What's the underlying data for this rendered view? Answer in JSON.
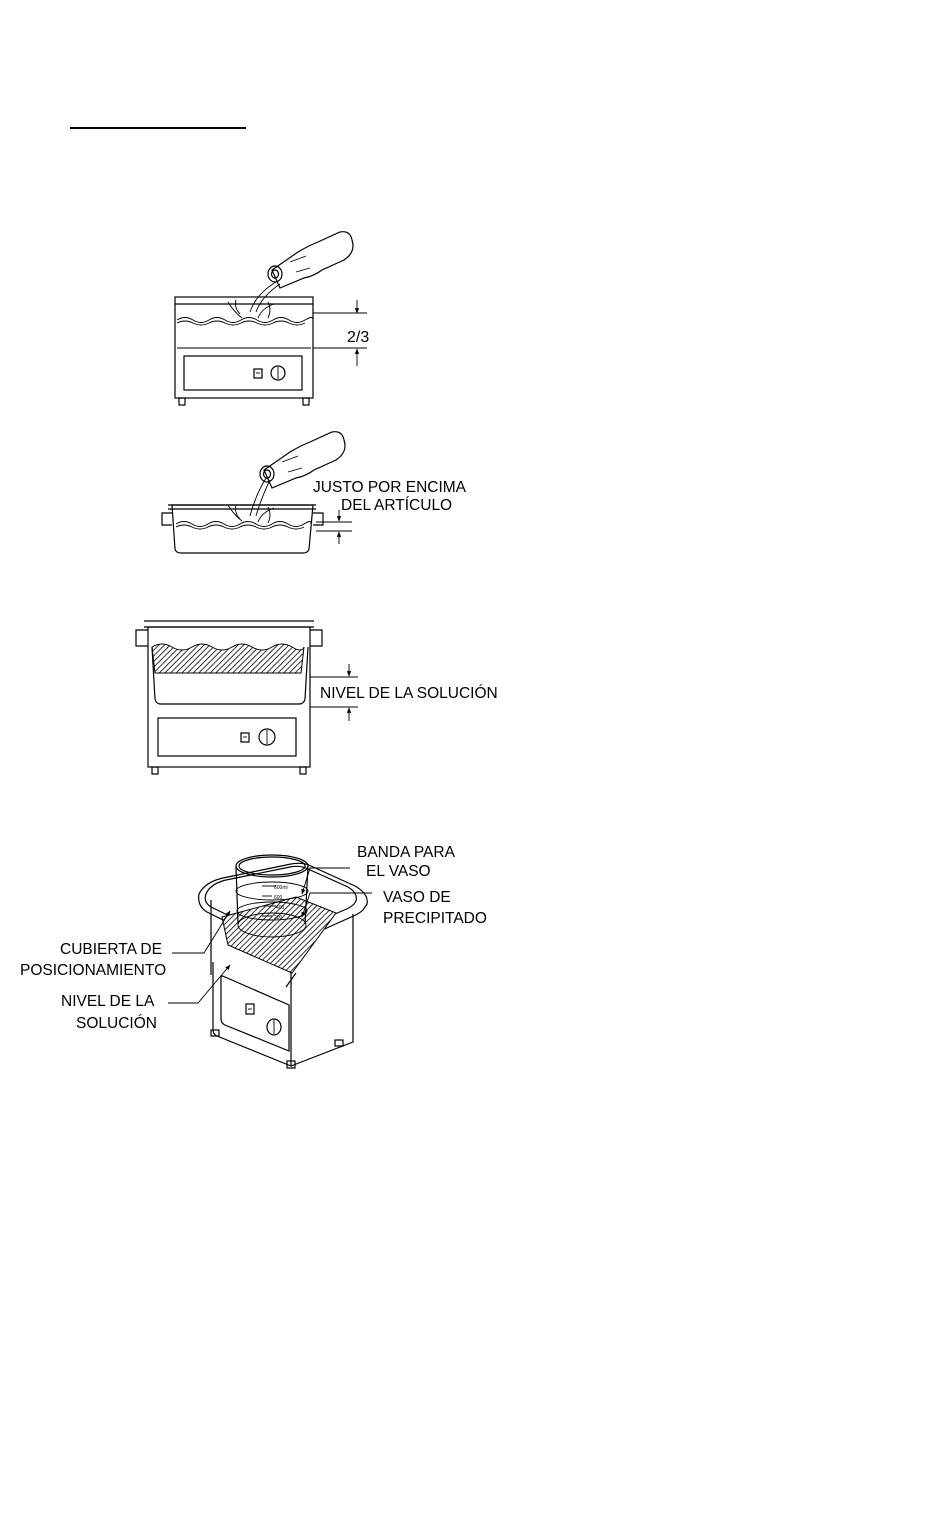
{
  "figure1": {
    "level_label": "2/3"
  },
  "figure2": {
    "label_line1": "JUSTO POR ENCIMA",
    "label_line2": "DEL ARTÍCULO"
  },
  "figure3": {
    "label": "NIVEL DE LA SOLUCIÓN"
  },
  "figure4": {
    "band_line1": "BANDA PARA",
    "band_line2": "EL VASO",
    "beaker_line1": "VASO DE",
    "beaker_line2": "PRECIPITADO",
    "cover_line1": "CUBIERTA DE",
    "cover_line2": "POSICIONAMIENTO",
    "level_line1": "NIVEL DE LA",
    "level_line2": "SOLUCIÓN",
    "beaker_marks": [
      "600ml",
      "600",
      "400",
      "200"
    ]
  },
  "colors": {
    "ink": "#000000",
    "paper": "#ffffff"
  }
}
